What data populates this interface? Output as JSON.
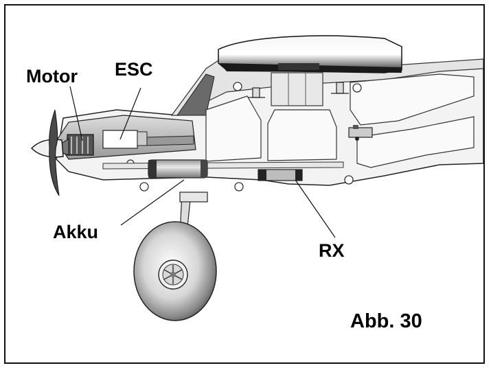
{
  "labels": {
    "motor": "Motor",
    "esc": "ESC",
    "akku": "Akku",
    "rx": "RX"
  },
  "figure": {
    "caption": "Abb. 30"
  }
}
